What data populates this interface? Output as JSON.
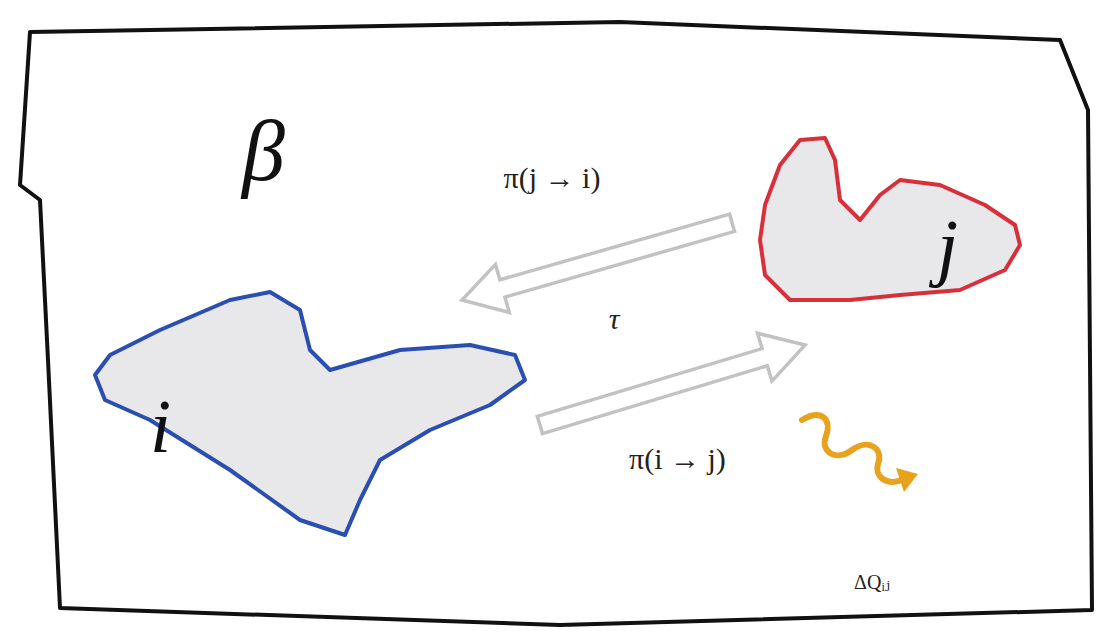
{
  "diagram": {
    "nodes": [
      {
        "text": [
          "β"
        ]
      },
      {
        "text": [
          "i"
        ],
        "in": 0
      },
      {
        "text": [
          "j"
        ],
        "in": 0
      }
    ],
    "edges": [
      {
        "from": 2,
        "to": 1,
        "arrow": "to",
        "label": "π(j → i)"
      },
      {
        "from": 1,
        "to": 2,
        "arrow": "to",
        "label": "π(i → j)"
      }
    ],
    "labels": [
      "τ",
      "ΔQᵢⱼ"
    ]
  }
}
